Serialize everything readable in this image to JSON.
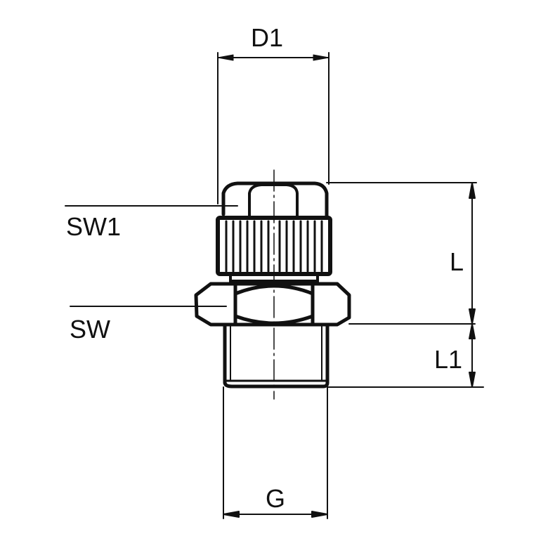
{
  "diagram": {
    "type": "technical-drawing",
    "subject": "threaded fitting with knurled cap and hex nut",
    "stroke_color": "#111111",
    "background": "#ffffff",
    "dimensions": {
      "d1": "D1",
      "sw1": "SW1",
      "sw": "SW",
      "l": "L",
      "l1": "L1",
      "g": "G"
    }
  }
}
